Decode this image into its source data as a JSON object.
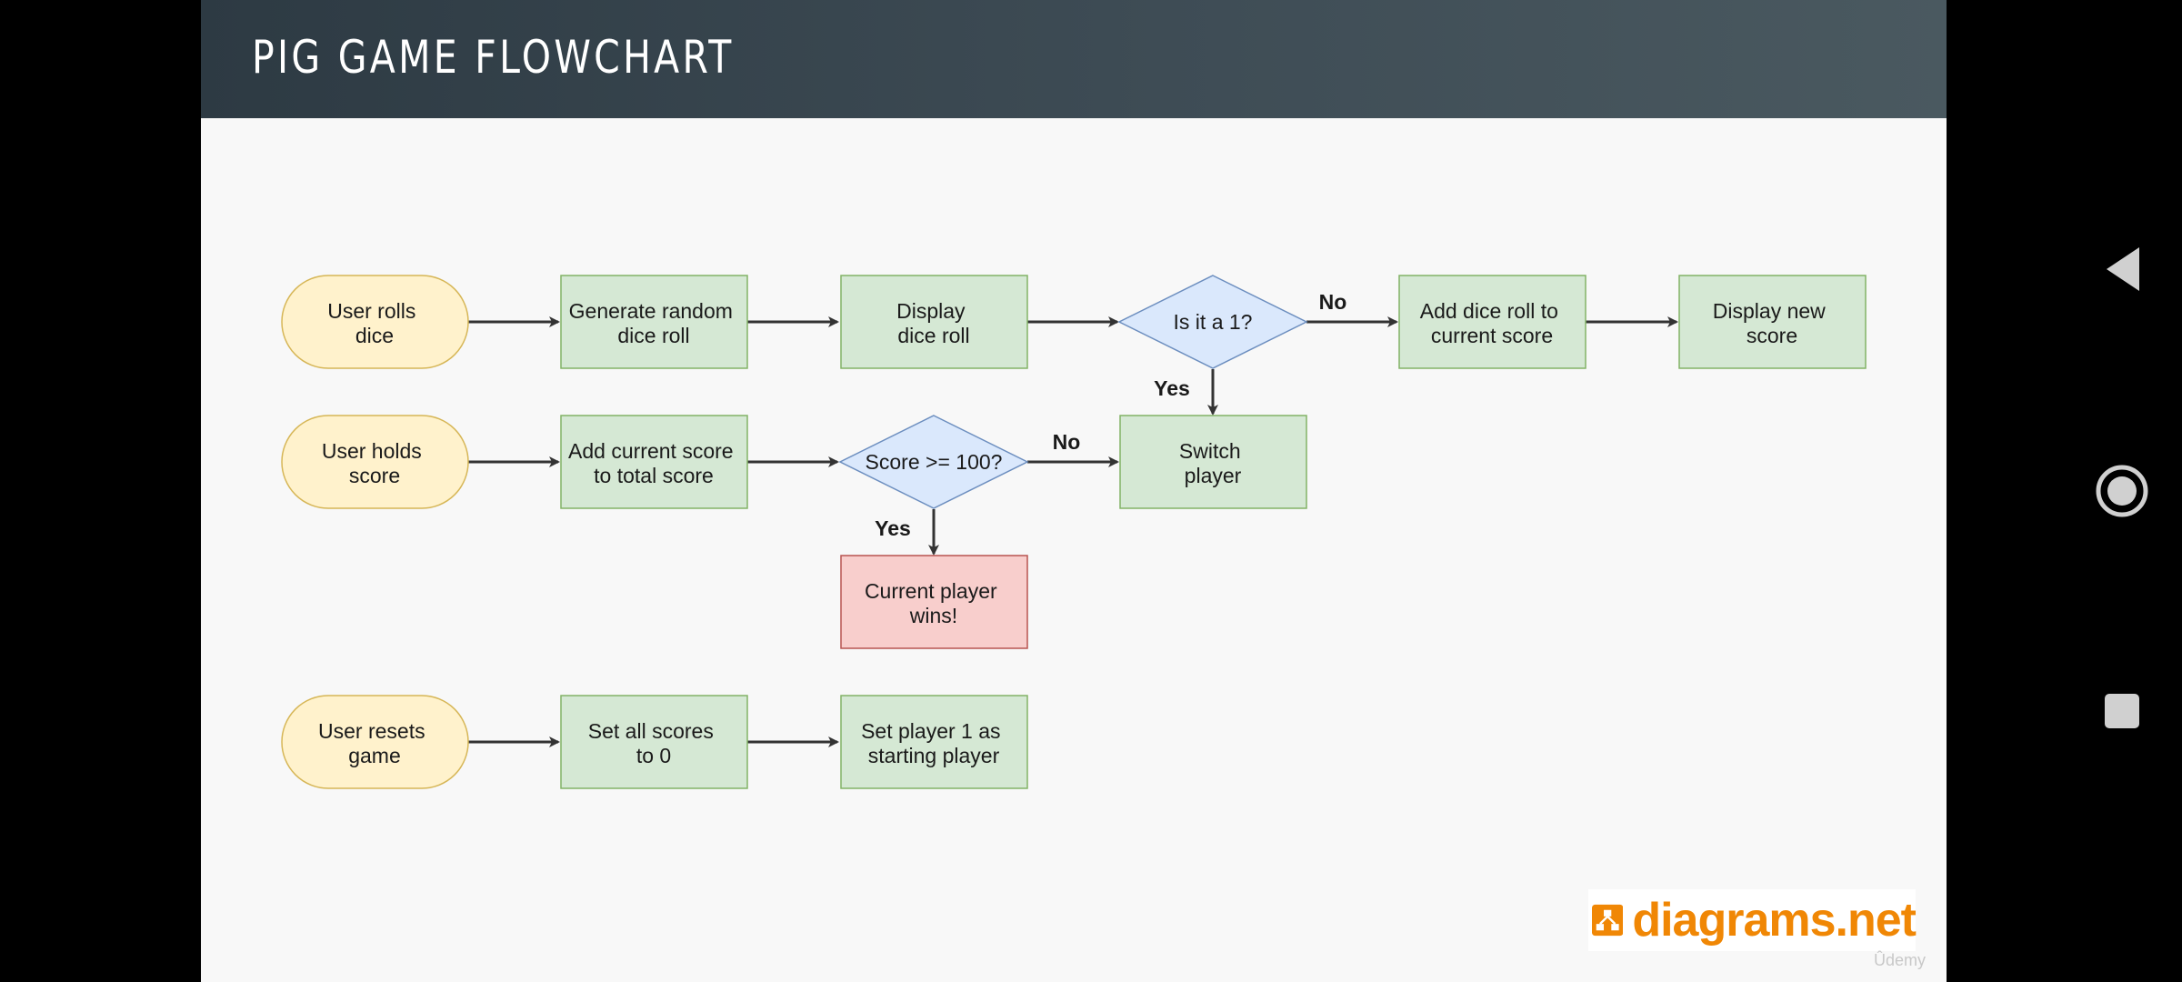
{
  "slide": {
    "title": "PIG GAME FLOWCHART"
  },
  "flowchart": {
    "nodes": {
      "user_rolls_dice": [
        "User rolls",
        "dice"
      ],
      "generate_random_roll": [
        "Generate random",
        "dice roll"
      ],
      "display_dice_roll": [
        "Display",
        "dice roll"
      ],
      "is_it_a_1": [
        "Is it a 1?"
      ],
      "add_dice_roll": [
        "Add dice roll to",
        "current score"
      ],
      "display_new_score": [
        "Display new",
        "score"
      ],
      "user_holds_score": [
        "User holds",
        "score"
      ],
      "add_current_to_total": [
        "Add current score",
        "to total score"
      ],
      "score_ge_100": [
        "Score >= 100?"
      ],
      "switch_player": [
        "Switch",
        "player"
      ],
      "current_player_wins": [
        "Current player",
        "wins!"
      ],
      "user_resets_game": [
        "User resets",
        "game"
      ],
      "set_scores_zero": [
        "Set all scores",
        "to 0"
      ],
      "set_player_1": [
        "Set player 1 as",
        "starting player"
      ]
    },
    "edge_labels": {
      "is1_no": "No",
      "is1_yes": "Yes",
      "score_no": "No",
      "score_yes": "Yes"
    },
    "colors": {
      "terminal_fill": "#fff2cc",
      "terminal_stroke": "#d6b656",
      "process_fill": "#d5e8d4",
      "process_stroke": "#82b366",
      "decision_fill": "#dae8fc",
      "decision_stroke": "#6c8ebf",
      "end_fill": "#f8cecc",
      "end_stroke": "#b85450",
      "arrow": "#333333"
    }
  },
  "branding": {
    "name": "diagrams.net",
    "watermark": "Ûdemy",
    "color": "#f08705"
  },
  "navigation": {
    "back_icon": "triangle-back-icon",
    "home_icon": "circle-home-icon",
    "recents_icon": "square-recents-icon"
  }
}
